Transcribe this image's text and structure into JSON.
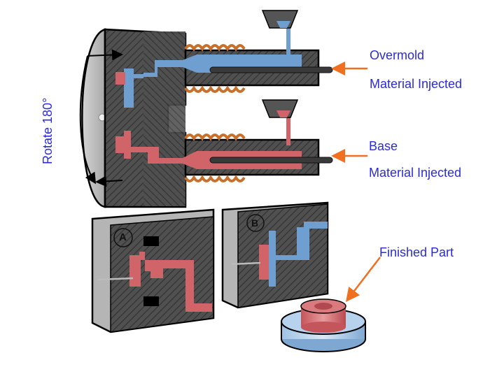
{
  "diagram": {
    "title": "Two-shot overmolding injection process",
    "labels": {
      "rotate": "Rotate 180°",
      "overmold_line1": "Overmold",
      "overmold_line2": "Material Injected",
      "base_line1": "Base",
      "base_line2": "Material Injected",
      "finished_part": "Finished Part",
      "mold_a": "A",
      "mold_b": "B"
    },
    "colors": {
      "label_text": "#2b2bd9",
      "arrow": "#f07020",
      "overmold_material": "#6f9fd0",
      "base_material": "#d06468",
      "mold_steel": "#4a4a4a",
      "heater_coil": "#c8702a",
      "platen": "#b9b9b9"
    }
  }
}
